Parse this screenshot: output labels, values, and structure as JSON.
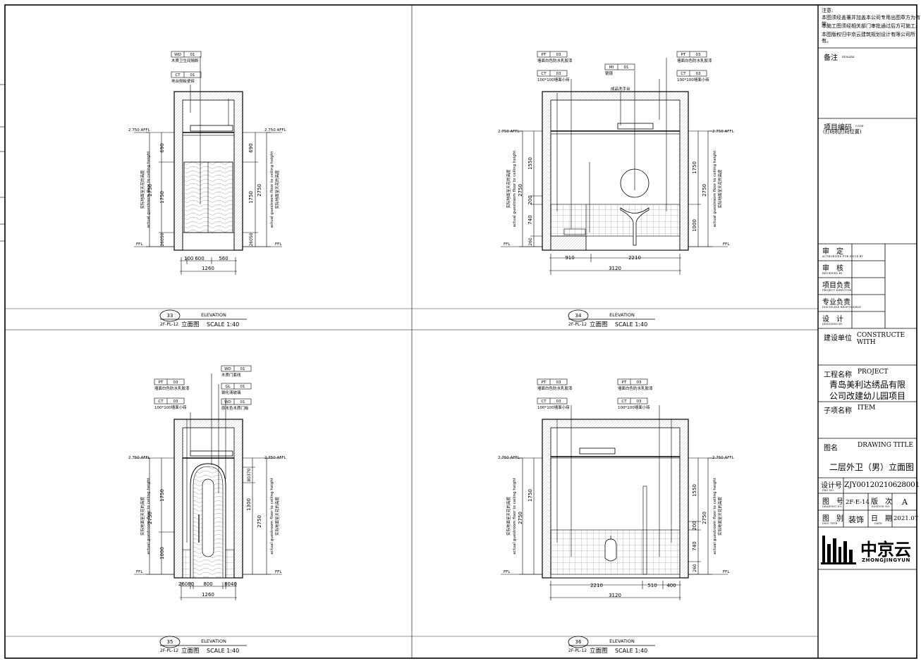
{
  "notes": {
    "title": "注意:",
    "lines": [
      "本图须经盖署并加盖本公司专用出图章方为有效;",
      "本施工图须经相关部门审批通过后方可施工;",
      "本图版权归中京云建筑规划设计有限公司所有。"
    ]
  },
  "remarks": {
    "label": "备注",
    "sub": "REMARK"
  },
  "project_code": {
    "label": "项目编码",
    "sub": "CODE",
    "note": "(打码机打码位置)"
  },
  "approvals": [
    {
      "label": "审　定",
      "sub": "AUTHORIZED FOR ISSUE BY"
    },
    {
      "label": "审　核",
      "sub": "REVIEWED BY"
    },
    {
      "label": "项目负责",
      "sub": "PROJECT DIRECTOR"
    },
    {
      "label": "专业负责",
      "sub": "DISCIPLINE RESPONSIBLE"
    },
    {
      "label": "设　计",
      "sub": "DESIGNED BY"
    }
  ],
  "construct": {
    "label": "建设单位",
    "en": "CONSTRUCTE WITH"
  },
  "project": {
    "label": "工程名称",
    "en": "PROJECT",
    "line1": "青岛美利达绣品有限",
    "line2": "公司改建幼儿园项目"
  },
  "item": {
    "label": "子项名称",
    "en": "ITEM"
  },
  "drawing_title": {
    "label": "图名",
    "en": "DRAWING TITLE",
    "value": "二层外卫（男）立面图"
  },
  "design_no": {
    "label": "设计号",
    "sub": "PRO NO.",
    "value": "ZJY00120210628001"
  },
  "drawing_no": {
    "label": "图　号",
    "sub": "DRAWING NO.",
    "value": "2F-E-14"
  },
  "revision": {
    "label": "版　次",
    "sub": "EDITION NO.",
    "value": "A"
  },
  "type": {
    "label": "图　别",
    "sub": "DWG TYPE",
    "value": "装饰"
  },
  "date": {
    "label": "日　期",
    "sub": "DATE",
    "value": "2021.07"
  },
  "logo": {
    "cn": "中京云",
    "en": "ZHONGJINGYUN"
  },
  "common": {
    "elevation_en": "ELEVATION",
    "elevation_cn": "立面图",
    "scale": "SCALE 1:40",
    "ref": "2F-PL-12",
    "ffl": "FFL",
    "afl": "2.750 AFFL",
    "height_cn": "实际地面至天花的高度",
    "height_en": "actual guestroom floor to ceiling height"
  },
  "elevations": [
    {
      "id": "33",
      "tags": [
        {
          "code": "WD",
          "num": "01",
          "text": "木质卫生间隔断"
        },
        {
          "code": "CT",
          "num": "01",
          "text": "地台侧板瓷砖"
        }
      ],
      "dims_h": [
        "100",
        "600",
        "560"
      ],
      "dims_total": "1260",
      "dims_v_left": [
        "690",
        "1750",
        "260",
        "50"
      ],
      "total_v": "2750"
    },
    {
      "id": "34",
      "tags_left": [
        {
          "code": "PT",
          "num": "03",
          "text": "墙面白色防水乳胶漆"
        },
        {
          "code": "CT",
          "num": "03",
          "text": "100*100墙面小砖"
        }
      ],
      "tags_mid": [
        {
          "code": "MI",
          "num": "01",
          "text": "银镜"
        }
      ],
      "basin": "成品洗手台",
      "tags_right": [
        {
          "code": "PT",
          "num": "03",
          "text": "墙面白色防水乳胶漆"
        },
        {
          "code": "CT",
          "num": "03",
          "text": "100*100墙面小砖"
        }
      ],
      "dims_h": [
        "910",
        "2210"
      ],
      "dims_total": "3120",
      "dims_v_left": [
        "1550",
        "200",
        "740",
        "260"
      ],
      "dims_v_right": [
        "1750",
        "1000"
      ],
      "total_v": "2750"
    },
    {
      "id": "35",
      "tags_left": [
        {
          "code": "PT",
          "num": "03",
          "text": "墙面白色防水乳胶漆"
        },
        {
          "code": "CT",
          "num": "03",
          "text": "100*100墙面小砖"
        }
      ],
      "tags_right": [
        {
          "code": "WD",
          "num": "01",
          "text": "木质门套线"
        },
        {
          "code": "GL",
          "num": "01",
          "text": "钢化清玻璃"
        },
        {
          "code": "WD",
          "num": "01",
          "text": "原木色木质门板"
        }
      ],
      "dims_h": [
        "260",
        "80",
        "800",
        "80",
        "40"
      ],
      "dims_total": "1260",
      "dims_v_left": [
        "1750",
        "1000"
      ],
      "dims_v_right": [
        "80",
        "370",
        "1300"
      ],
      "total_v": "2750"
    },
    {
      "id": "36",
      "tags_left": [
        {
          "code": "PT",
          "num": "03",
          "text": "墙面白色防水乳胶漆"
        },
        {
          "code": "CT",
          "num": "03",
          "text": "100*100墙面小砖"
        }
      ],
      "tags_right": [
        {
          "code": "PT",
          "num": "03",
          "text": "墙面白色防水乳胶漆"
        },
        {
          "code": "CT",
          "num": "03",
          "text": "100*100墙面小砖"
        }
      ],
      "dims_h": [
        "2210",
        "510",
        "400"
      ],
      "dims_total": "3120",
      "dims_v_left": [
        "1750"
      ],
      "dims_v_right": [
        "1550",
        "200",
        "740",
        "260"
      ],
      "total_v": "2750"
    }
  ]
}
